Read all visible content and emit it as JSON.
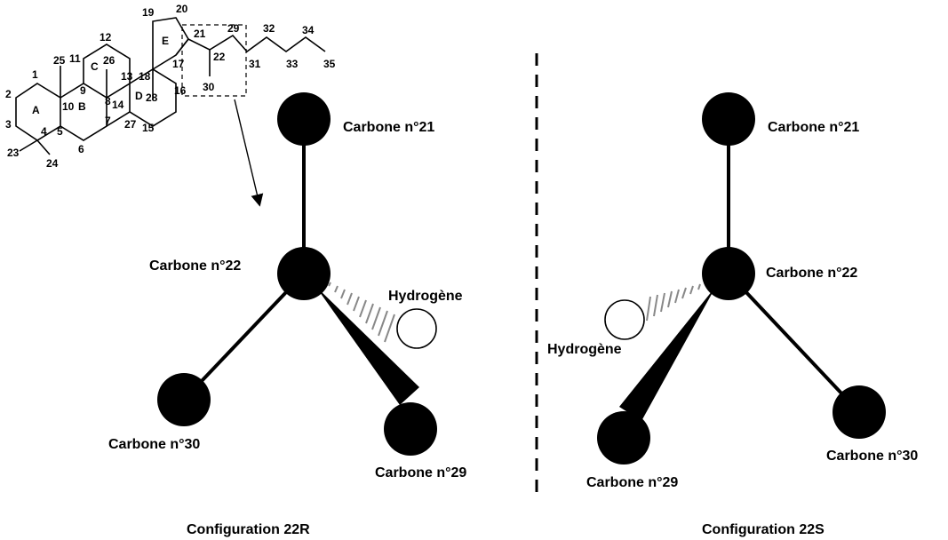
{
  "skeleton": {
    "ring_labels": [
      "A",
      "B",
      "C",
      "D",
      "E"
    ],
    "carbon_numbers": [
      "1",
      "2",
      "3",
      "4",
      "5",
      "6",
      "7",
      "8",
      "9",
      "10",
      "11",
      "12",
      "13",
      "14",
      "15",
      "16",
      "17",
      "18",
      "19",
      "20",
      "21",
      "22",
      "23",
      "24",
      "25",
      "26",
      "27",
      "28",
      "29",
      "30",
      "31",
      "32",
      "33",
      "34",
      "35"
    ]
  },
  "left_config": {
    "caption": "Configuration 22R",
    "top_label": "Carbone n°21",
    "center_label": "Carbone n°22",
    "hydrogen_label": "Hydrogène",
    "left_label": "Carbone n°30",
    "wedge_label": "Carbone n°29"
  },
  "right_config": {
    "caption": "Configuration 22S",
    "top_label": "Carbone n°21",
    "center_label": "Carbone n°22",
    "hydrogen_label": "Hydrogène",
    "right_label": "Carbone n°30",
    "wedge_label": "Carbone n°29"
  },
  "colors": {
    "atom": "#000000",
    "hydrogen_fill": "#ffffff",
    "hatch": "#888888",
    "ink": "#000000"
  }
}
